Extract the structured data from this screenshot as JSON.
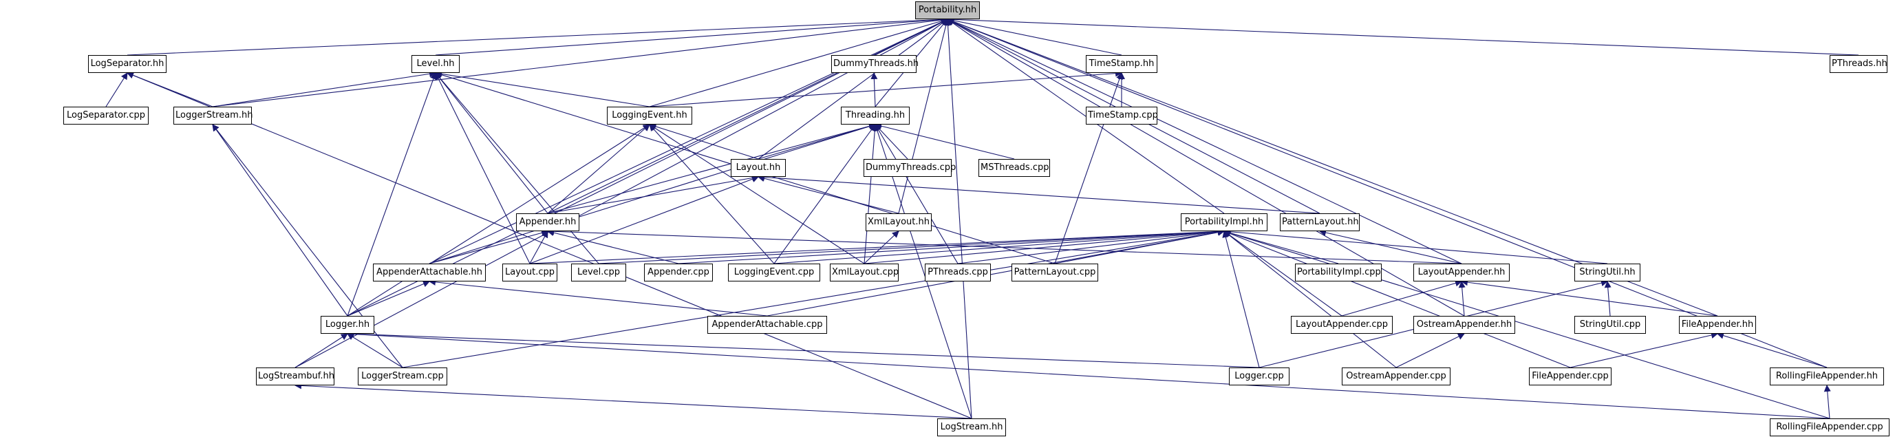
{
  "root": "Portability.hh",
  "nodes": {
    "portability_hh": "Portability.hh",
    "logseparator_hh": "LogSeparator.hh",
    "level_hh": "Level.hh",
    "dummythreads_hh": "DummyThreads.hh",
    "timestamp_hh": "TimeStamp.hh",
    "pthreads_hh": "PThreads.hh",
    "logseparator_cpp": "LogSeparator.cpp",
    "loggerstream_hh": "LoggerStream.hh",
    "loggingevent_hh": "LoggingEvent.hh",
    "threading_hh": "Threading.hh",
    "timestamp_cpp": "TimeStamp.cpp",
    "dummythreads_cpp": "DummyThreads.cpp",
    "msthreads_cpp": "MSThreads.cpp",
    "layout_hh": "Layout.hh",
    "xmllayout_hh": "XmlLayout.hh",
    "appender_hh": "Appender.hh",
    "portabilityimpl_hh": "PortabilityImpl.hh",
    "patternlayout_hh": "PatternLayout.hh",
    "appenderattachable_hh": "AppenderAttachable.hh",
    "layout_cpp": "Layout.cpp",
    "level_cpp": "Level.cpp",
    "appender_cpp": "Appender.cpp",
    "loggingevent_cpp": "LoggingEvent.cpp",
    "xmllayout_cpp": "XmlLayout.cpp",
    "pthreads_cpp": "PThreads.cpp",
    "patternlayout_cpp": "PatternLayout.cpp",
    "portabilityimpl_cpp": "PortabilityImpl.cpp",
    "layoutappender_hh": "LayoutAppender.hh",
    "stringutil_hh": "StringUtil.hh",
    "logger_hh": "Logger.hh",
    "appenderattachable_cpp": "AppenderAttachable.cpp",
    "layoutappender_cpp": "LayoutAppender.cpp",
    "ostreamappender_hh": "OstreamAppender.hh",
    "stringutil_cpp": "StringUtil.cpp",
    "fileappender_hh": "FileAppender.hh",
    "logstreambuf_hh": "LogStreambuf.hh",
    "loggerstream_cpp": "LoggerStream.cpp",
    "logger_cpp": "Logger.cpp",
    "ostreamappender_cpp": "OstreamAppender.cpp",
    "fileappender_cpp": "FileAppender.cpp",
    "rollingfileappender_hh": "RollingFileAppender.hh",
    "logstream_hh": "LogStream.hh",
    "rollingfileappender_cpp": "RollingFileAppender.cpp"
  },
  "edges": [
    [
      "logseparator_hh",
      "portability_hh"
    ],
    [
      "level_hh",
      "portability_hh"
    ],
    [
      "dummythreads_hh",
      "portability_hh"
    ],
    [
      "timestamp_hh",
      "portability_hh"
    ],
    [
      "pthreads_hh",
      "portability_hh"
    ],
    [
      "loggerstream_hh",
      "portability_hh"
    ],
    [
      "loggingevent_hh",
      "portability_hh"
    ],
    [
      "threading_hh",
      "portability_hh"
    ],
    [
      "layout_hh",
      "portability_hh"
    ],
    [
      "xmllayout_hh",
      "portability_hh"
    ],
    [
      "appender_hh",
      "portability_hh"
    ],
    [
      "portabilityimpl_hh",
      "portability_hh"
    ],
    [
      "patternlayout_hh",
      "portability_hh"
    ],
    [
      "appenderattachable_hh",
      "portability_hh"
    ],
    [
      "logger_hh",
      "portability_hh"
    ],
    [
      "layoutappender_hh",
      "portability_hh"
    ],
    [
      "ostreamappender_hh",
      "portability_hh"
    ],
    [
      "fileappender_hh",
      "portability_hh"
    ],
    [
      "logstreambuf_hh",
      "portability_hh"
    ],
    [
      "rollingfileappender_hh",
      "portability_hh"
    ],
    [
      "logstream_hh",
      "portability_hh"
    ],
    [
      "logseparator_cpp",
      "logseparator_hh"
    ],
    [
      "loggerstream_hh",
      "logseparator_hh"
    ],
    [
      "logstream_hh",
      "logseparator_hh"
    ],
    [
      "loggerstream_hh",
      "level_hh"
    ],
    [
      "loggingevent_hh",
      "level_hh"
    ],
    [
      "appender_hh",
      "level_hh"
    ],
    [
      "logger_hh",
      "level_hh"
    ],
    [
      "layout_cpp",
      "level_hh"
    ],
    [
      "level_cpp",
      "level_hh"
    ],
    [
      "patternlayout_cpp",
      "level_hh"
    ],
    [
      "threading_hh",
      "dummythreads_hh"
    ],
    [
      "loggingevent_hh",
      "timestamp_hh"
    ],
    [
      "timestamp_cpp",
      "timestamp_hh"
    ],
    [
      "patternlayout_cpp",
      "timestamp_hh"
    ],
    [
      "logger_hh",
      "loggerstream_hh"
    ],
    [
      "loggerstream_cpp",
      "loggerstream_hh"
    ],
    [
      "layout_hh",
      "loggingevent_hh"
    ],
    [
      "appender_hh",
      "loggingevent_hh"
    ],
    [
      "logger_hh",
      "loggingevent_hh"
    ],
    [
      "loggingevent_cpp",
      "loggingevent_hh"
    ],
    [
      "xmllayout_cpp",
      "loggingevent_hh"
    ],
    [
      "dummythreads_cpp",
      "threading_hh"
    ],
    [
      "msthreads_cpp",
      "threading_hh"
    ],
    [
      "layout_hh",
      "threading_hh"
    ],
    [
      "appender_hh",
      "threading_hh"
    ],
    [
      "appenderattachable_hh",
      "threading_hh"
    ],
    [
      "loggingevent_cpp",
      "threading_hh"
    ],
    [
      "xmllayout_cpp",
      "threading_hh"
    ],
    [
      "pthreads_cpp",
      "threading_hh"
    ],
    [
      "logstream_hh",
      "threading_hh"
    ],
    [
      "appender_hh",
      "layout_hh"
    ],
    [
      "xmllayout_hh",
      "layout_hh"
    ],
    [
      "patternlayout_hh",
      "layout_hh"
    ],
    [
      "layout_cpp",
      "layout_hh"
    ],
    [
      "xmllayout_cpp",
      "xmllayout_hh"
    ],
    [
      "appenderattachable_hh",
      "appender_hh"
    ],
    [
      "layout_cpp",
      "appender_hh"
    ],
    [
      "appender_cpp",
      "appender_hh"
    ],
    [
      "layoutappender_hh",
      "appender_hh"
    ],
    [
      "appender_cpp",
      "portabilityimpl_hh"
    ],
    [
      "layout_cpp",
      "portabilityimpl_hh"
    ],
    [
      "level_cpp",
      "portabilityimpl_hh"
    ],
    [
      "loggingevent_cpp",
      "portabilityimpl_hh"
    ],
    [
      "xmllayout_cpp",
      "portabilityimpl_hh"
    ],
    [
      "pthreads_cpp",
      "portabilityimpl_hh"
    ],
    [
      "patternlayout_cpp",
      "portabilityimpl_hh"
    ],
    [
      "portabilityimpl_cpp",
      "portabilityimpl_hh"
    ],
    [
      "layoutappender_cpp",
      "portabilityimpl_hh"
    ],
    [
      "stringutil_hh",
      "portabilityimpl_hh"
    ],
    [
      "appenderattachable_cpp",
      "portabilityimpl_hh"
    ],
    [
      "loggerstream_cpp",
      "portabilityimpl_hh"
    ],
    [
      "logger_cpp",
      "portabilityimpl_hh"
    ],
    [
      "ostreamappender_cpp",
      "portabilityimpl_hh"
    ],
    [
      "fileappender_cpp",
      "portabilityimpl_hh"
    ],
    [
      "rollingfileappender_cpp",
      "portabilityimpl_hh"
    ],
    [
      "layoutappender_hh",
      "patternlayout_hh"
    ],
    [
      "logger_hh",
      "appenderattachable_hh"
    ],
    [
      "appenderattachable_cpp",
      "appenderattachable_hh"
    ],
    [
      "layoutappender_cpp",
      "layoutappender_hh"
    ],
    [
      "ostreamappender_hh",
      "layoutappender_hh"
    ],
    [
      "fileappender_hh",
      "layoutappender_hh"
    ],
    [
      "stringutil_cpp",
      "stringutil_hh"
    ],
    [
      "logger_cpp",
      "stringutil_hh"
    ],
    [
      "logstreambuf_hh",
      "logger_hh"
    ],
    [
      "loggerstream_cpp",
      "logger_hh"
    ],
    [
      "logger_cpp",
      "logger_hh"
    ],
    [
      "rollingfileappender_cpp",
      "logger_hh"
    ],
    [
      "ostreamappender_cpp",
      "ostreamappender_hh"
    ],
    [
      "fileappender_cpp",
      "fileappender_hh"
    ],
    [
      "rollingfileappender_hh",
      "fileappender_hh"
    ],
    [
      "logstream_hh",
      "logstreambuf_hh"
    ],
    [
      "rollingfileappender_cpp",
      "rollingfileappender_hh"
    ]
  ]
}
